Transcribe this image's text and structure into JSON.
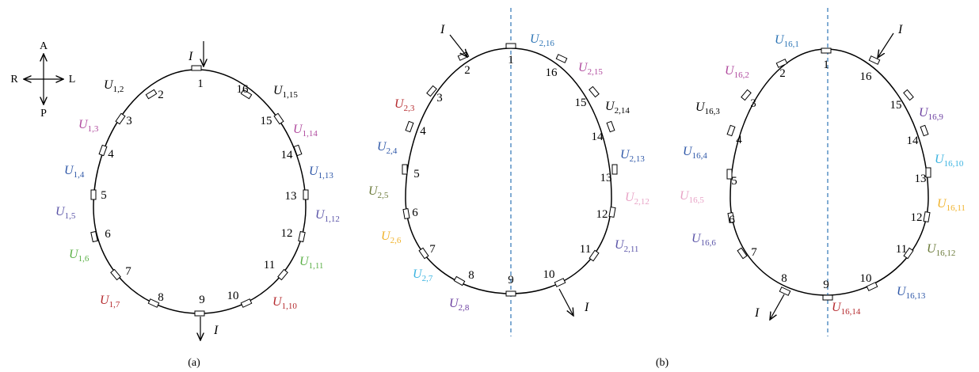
{
  "orientation": {
    "anterior": "A",
    "posterior": "P",
    "right": "R",
    "left": "L"
  },
  "current_symbol": "I",
  "electrode_numbers": [
    "1",
    "2",
    "3",
    "4",
    "5",
    "6",
    "7",
    "8",
    "9",
    "10",
    "11",
    "12",
    "13",
    "14",
    "15",
    "16"
  ],
  "panels": [
    {
      "id": "a",
      "caption": "(a)",
      "inject_electrode": 1,
      "drain_electrode": 9,
      "voltages": [
        {
          "main": "U",
          "sub": "1,2",
          "color": "#000000"
        },
        {
          "main": "U",
          "sub": "1,3",
          "color": "#b04a9e"
        },
        {
          "main": "U",
          "sub": "1,4",
          "color": "#2f58a8"
        },
        {
          "main": "U",
          "sub": "1,5",
          "color": "#5b55a8"
        },
        {
          "main": "U",
          "sub": "1,6",
          "color": "#5bb047"
        },
        {
          "main": "U",
          "sub": "1,7",
          "color": "#b52a2e"
        },
        {
          "main": "U",
          "sub": "1,10",
          "color": "#b52a2e"
        },
        {
          "main": "U",
          "sub": "1,11",
          "color": "#5bb047"
        },
        {
          "main": "U",
          "sub": "1,12",
          "color": "#5b55a8"
        },
        {
          "main": "U",
          "sub": "1,13",
          "color": "#2f58a8"
        },
        {
          "main": "U",
          "sub": "1,14",
          "color": "#b04a9e"
        },
        {
          "main": "U",
          "sub": "1,15",
          "color": "#000000"
        }
      ]
    },
    {
      "id": "b1",
      "inject_electrode": 2,
      "drain_electrode": 10,
      "voltages": [
        {
          "main": "U",
          "sub": "2,16",
          "color": "#2c74b5"
        },
        {
          "main": "U",
          "sub": "2,15",
          "color": "#b04a9e"
        },
        {
          "main": "U",
          "sub": "2,14",
          "color": "#000000"
        },
        {
          "main": "U",
          "sub": "2,13",
          "color": "#2f58a8"
        },
        {
          "main": "U",
          "sub": "2,12",
          "color": "#e8a3c6"
        },
        {
          "main": "U",
          "sub": "2,11",
          "color": "#5b55a8"
        },
        {
          "main": "U",
          "sub": "2,3",
          "color": "#b52a2e"
        },
        {
          "main": "U",
          "sub": "2,4",
          "color": "#2f58a8"
        },
        {
          "main": "U",
          "sub": "2,5",
          "color": "#6b7a3a"
        },
        {
          "main": "U",
          "sub": "2,6",
          "color": "#f0b22a"
        },
        {
          "main": "U",
          "sub": "2,7",
          "color": "#3ab3e0"
        },
        {
          "main": "U",
          "sub": "2,8",
          "color": "#6b3fa0"
        }
      ]
    },
    {
      "id": "b2",
      "caption": "(b)",
      "inject_electrode": 16,
      "drain_electrode": 8,
      "voltages": [
        {
          "main": "U",
          "sub": "16,1",
          "color": "#2c74b5"
        },
        {
          "main": "U",
          "sub": "16,2",
          "color": "#b04a9e"
        },
        {
          "main": "U",
          "sub": "16,3",
          "color": "#000000"
        },
        {
          "main": "U",
          "sub": "16,4",
          "color": "#2f58a8"
        },
        {
          "main": "U",
          "sub": "16,5",
          "color": "#e8a3c6"
        },
        {
          "main": "U",
          "sub": "16,6",
          "color": "#5b55a8"
        },
        {
          "main": "U",
          "sub": "16,14",
          "color": "#b52a2e"
        },
        {
          "main": "U",
          "sub": "16,13",
          "color": "#2f58a8"
        },
        {
          "main": "U",
          "sub": "16,12",
          "color": "#6b7a3a"
        },
        {
          "main": "U",
          "sub": "16,11",
          "color": "#f0b22a"
        },
        {
          "main": "U",
          "sub": "16,10",
          "color": "#3ab3e0"
        },
        {
          "main": "U",
          "sub": "16,9",
          "color": "#6b3fa0"
        }
      ]
    }
  ]
}
